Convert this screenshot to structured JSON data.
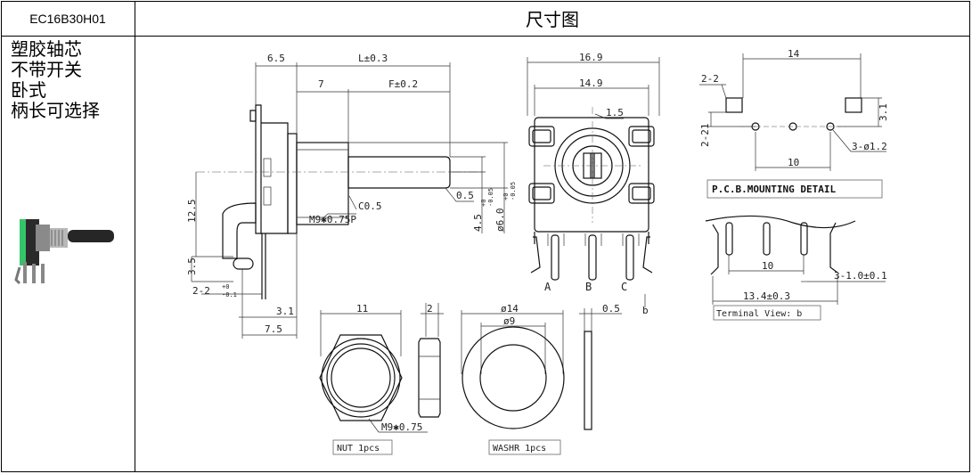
{
  "header": {
    "model": "EC16B30H01",
    "title": "尺寸图"
  },
  "features": [
    "塑胶轴芯",
    "不带开关",
    "卧式",
    "柄长可选择"
  ],
  "side_view": {
    "d_65": "6.5",
    "d_L": "L±0.3",
    "d_7": "7",
    "d_F": "F±0.2",
    "d_125": "12.5",
    "d_35": "3.5",
    "d_22": "2-2",
    "d_22_tol": "+0\n-0.1",
    "d_31": "3.1",
    "d_75": "7.5",
    "d_c05": "C0.5",
    "d_thread": "M9✱0.75P",
    "d_05": "0.5",
    "d_45": "4.5",
    "d_45_tol": "+0\n-0.05",
    "d_60": "ø6.0",
    "d_60_tol": "+0\n-0.05"
  },
  "front_view": {
    "d_169": "16.9",
    "d_149": "14.9",
    "d_15": "1.5",
    "label_a": "A",
    "label_b": "B",
    "label_c": "C",
    "label_view_b": "b"
  },
  "pcb_detail": {
    "d_14": "14",
    "d_2_2": "2-2",
    "d_2_21": "2-21",
    "d_31": "3.1",
    "d_10": "10",
    "d_holes": "3-ø1.2",
    "caption": "P.C.B.MOUNTING DETAIL"
  },
  "terminal_view": {
    "d_10": "10",
    "d_3_10": "3-1.0±0.1",
    "d_134": "13.4±0.3",
    "caption": "Terminal View: b"
  },
  "nut": {
    "d_11": "11",
    "d_2": "2",
    "d_thread": "M9✱0.75",
    "caption": "NUT 1pcs"
  },
  "washer": {
    "d_14": "ø14",
    "d_9": "ø9",
    "d_05": "0.5",
    "caption": "WASHR  1pcs"
  }
}
